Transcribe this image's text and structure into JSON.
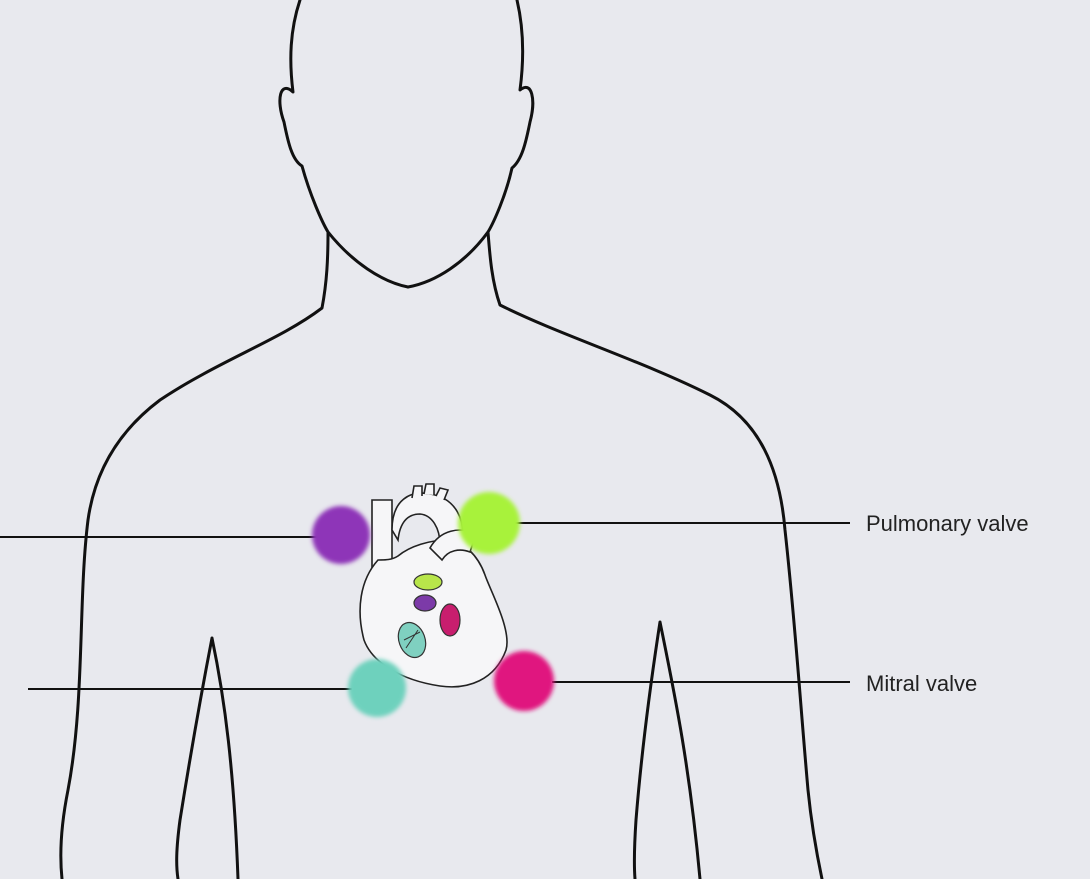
{
  "labels": {
    "pulmonary": "Pulmonary valve",
    "mitral": "Mitral valve"
  },
  "colors": {
    "background": "#e8e9ee",
    "outline": "#111111",
    "aortic_dot": "#8e35b8",
    "pulmonary_dot": "#a8f23a",
    "tricuspid_dot": "#6ed1bd",
    "mitral_dot": "#e0157f"
  },
  "icons": [
    "heart-illustration",
    "human-torso-outline"
  ]
}
